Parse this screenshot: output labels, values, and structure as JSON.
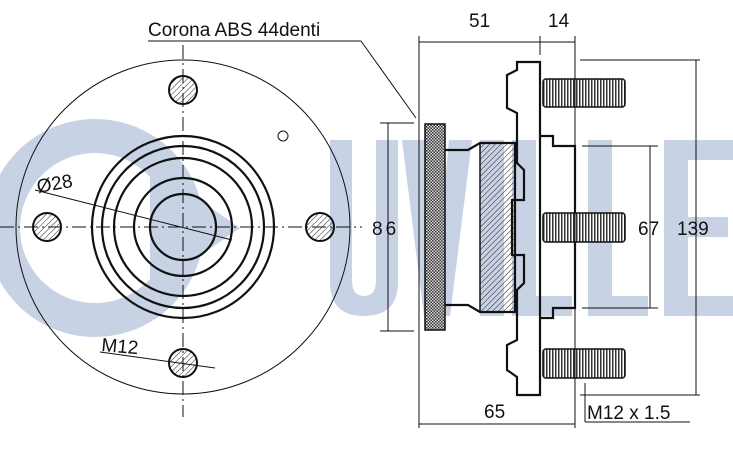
{
  "watermark": {
    "brand": "RUVILLE",
    "color": "#c8d2e5"
  },
  "labels": {
    "abs_ring": "Corona ABS 44denti",
    "bore_diameter": "Ø28",
    "stud_front": "M12",
    "dim_51": "51",
    "dim_14": "14",
    "dim_86": "86",
    "dim_67": "67",
    "dim_139": "139",
    "dim_65": "65",
    "stud_thread": "M12 x 1.5"
  }
}
